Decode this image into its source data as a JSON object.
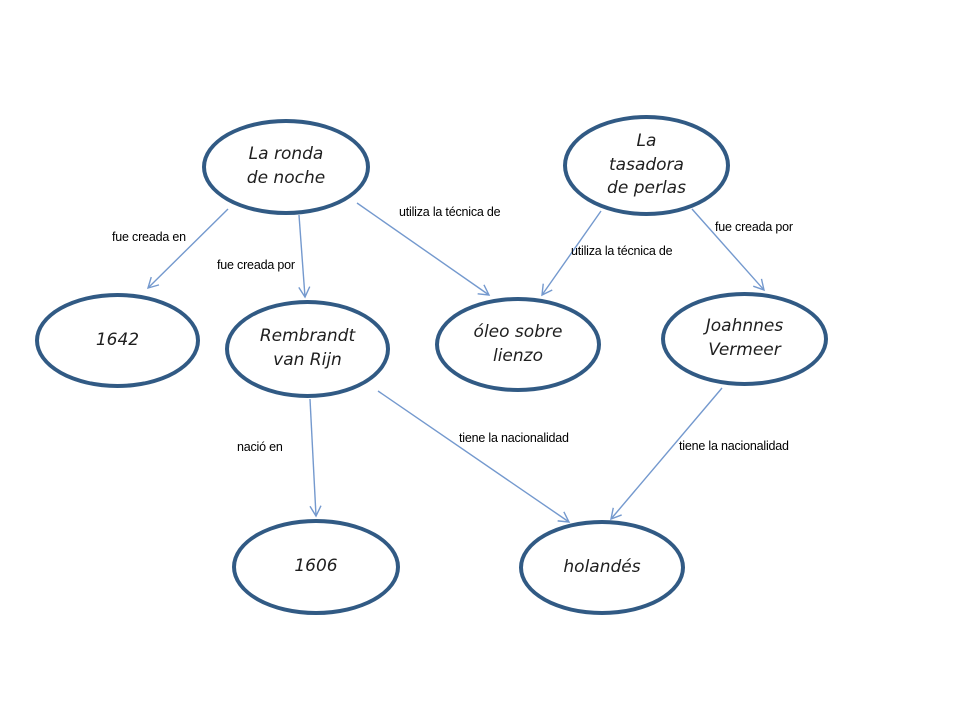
{
  "diagram": {
    "type": "concept-map",
    "background_color": "#ffffff",
    "node_border_color": "#315a84",
    "node_fill_color": "#ffffff",
    "node_text_color": "#1f1f1f",
    "arrow_color": "#7499ce",
    "edge_label_color": "#000000",
    "nodes": [
      {
        "id": "la-ronda-de-noche",
        "label": "La ronda\nde noche"
      },
      {
        "id": "la-tasadora-de-perlas",
        "label": "La\ntasadora\nde perlas"
      },
      {
        "id": "1642",
        "label": "1642"
      },
      {
        "id": "rembrandt-van-rijn",
        "label": "Rembrandt\nvan Rijn"
      },
      {
        "id": "oleo-sobre-lienzo",
        "label": "óleo sobre\nlienzo"
      },
      {
        "id": "joahnnes-vermeer",
        "label": "Joahnnes\nVermeer"
      },
      {
        "id": "1606",
        "label": "1606"
      },
      {
        "id": "holandes",
        "label": "holandés"
      }
    ],
    "edges": [
      {
        "from": "la-ronda-de-noche",
        "to": "1642",
        "label": "fue creada en"
      },
      {
        "from": "la-ronda-de-noche",
        "to": "rembrandt-van-rijn",
        "label": "fue creada por"
      },
      {
        "from": "la-ronda-de-noche",
        "to": "oleo-sobre-lienzo",
        "label": "utiliza la técnica de"
      },
      {
        "from": "la-tasadora-de-perlas",
        "to": "oleo-sobre-lienzo",
        "label": "utiliza la técnica de"
      },
      {
        "from": "la-tasadora-de-perlas",
        "to": "joahnnes-vermeer",
        "label": "fue creada por"
      },
      {
        "from": "rembrandt-van-rijn",
        "to": "1606",
        "label": "nació en"
      },
      {
        "from": "rembrandt-van-rijn",
        "to": "holandes",
        "label": "tiene la nacionalidad"
      },
      {
        "from": "joahnnes-vermeer",
        "to": "holandes",
        "label": "tiene la nacionalidad"
      }
    ]
  }
}
